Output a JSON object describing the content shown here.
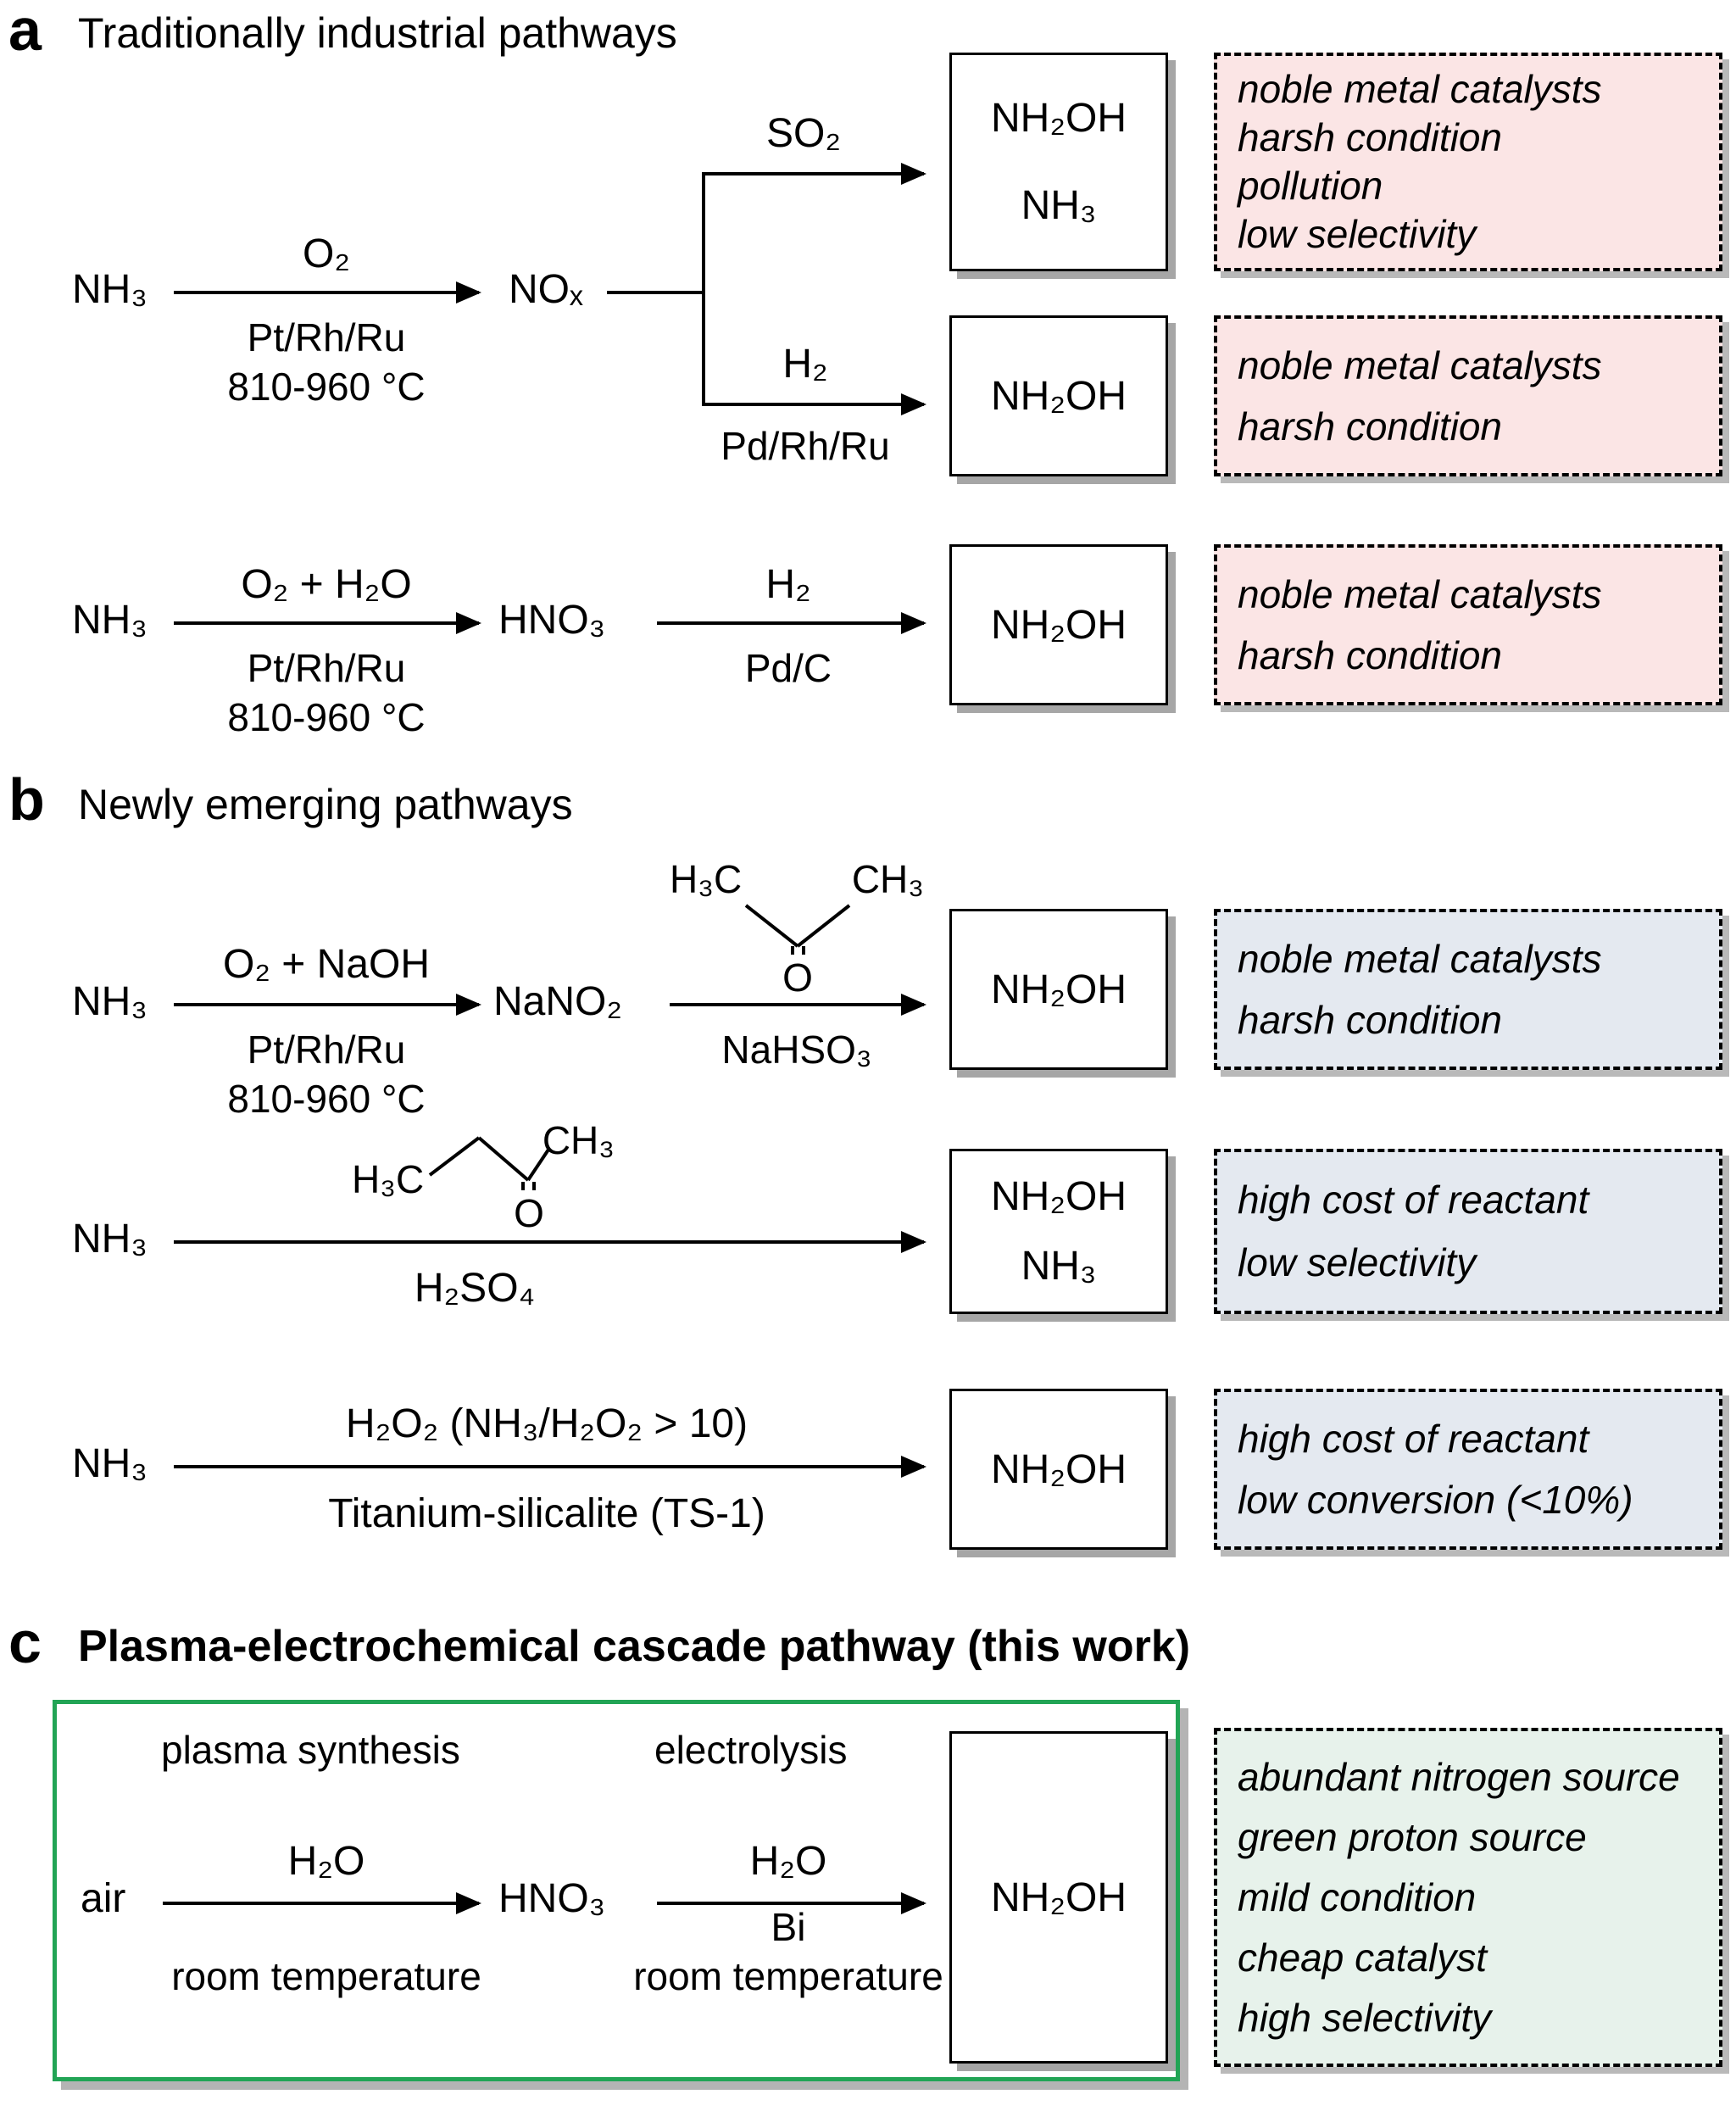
{
  "colors": {
    "note_pink": "#fbe5e5",
    "note_blue": "#e4e9f0",
    "note_green": "#e7f2eb",
    "green_border": "#22a455"
  },
  "panel_a": {
    "label": "a",
    "title": "Traditionally industrial pathways",
    "row1": {
      "reactant": "NH₃",
      "arrow1": {
        "above": "O₂",
        "below1": "Pt/Rh/Ru",
        "below2": "810-960 °C"
      },
      "intermediate": "NOₓ",
      "branch_top": {
        "above": "SO₂"
      },
      "branch_bottom": {
        "above": "H₂",
        "below": "Pd/Rh/Ru"
      },
      "product_top": [
        "NH₂OH",
        "NH₃"
      ],
      "product_bottom": [
        "NH₂OH"
      ],
      "note_top": [
        "noble metal catalysts",
        "harsh condition",
        "pollution",
        "low selectivity"
      ],
      "note_bottom": [
        "noble metal catalysts",
        "harsh condition"
      ]
    },
    "row2": {
      "reactant": "NH₃",
      "arrow1": {
        "above": "O₂ + H₂O",
        "below1": "Pt/Rh/Ru",
        "below2": "810-960 °C"
      },
      "intermediate": "HNO₃",
      "arrow2": {
        "above": "H₂",
        "below": "Pd/C"
      },
      "product": [
        "NH₂OH"
      ],
      "note": [
        "noble metal catalysts",
        "harsh condition"
      ]
    }
  },
  "panel_b": {
    "label": "b",
    "title": "Newly emerging pathways",
    "row1": {
      "reactant": "NH₃",
      "arrow1": {
        "above": "O₂ + NaOH",
        "below1": "Pt/Rh/Ru",
        "below2": "810-960 °C"
      },
      "intermediate": "NaNO₂",
      "acetone": {
        "left": "H₃C",
        "right": "CH₃",
        "o": "O"
      },
      "arrow2": {
        "below": "NaHSO₃"
      },
      "product": [
        "NH₂OH"
      ],
      "note": [
        "noble metal catalysts",
        "harsh condition"
      ]
    },
    "row2": {
      "reactant": "NH₃",
      "butanone": {
        "left": "H₃C",
        "right": "CH₃",
        "o": "O"
      },
      "arrow1": {
        "below": "H₂SO₄"
      },
      "product": [
        "NH₂OH",
        "NH₃"
      ],
      "note": [
        "high cost of reactant",
        "low selectivity"
      ]
    },
    "row3": {
      "reactant": "NH₃",
      "arrow1": {
        "above": "H₂O₂ (NH₃/H₂O₂ > 10)",
        "below": "Titanium-silicalite (TS-1)"
      },
      "product": [
        "NH₂OH"
      ],
      "note": [
        "high cost of reactant",
        "low conversion (<10%)"
      ]
    }
  },
  "panel_c": {
    "label": "c",
    "title": "Plasma-electrochemical cascade pathway (this work)",
    "stage_left": "plasma synthesis",
    "stage_right": "electrolysis",
    "reactant": "air",
    "arrow1": {
      "above": "H₂O",
      "below": "room temperature"
    },
    "intermediate": "HNO₃",
    "arrow2": {
      "above": "H₂O",
      "below1": "Bi",
      "below2": "room temperature"
    },
    "product": [
      "NH₂OH"
    ],
    "note": [
      "abundant nitrogen source",
      "green proton source",
      "mild condition",
      "cheap catalyst",
      "high selectivity"
    ]
  }
}
